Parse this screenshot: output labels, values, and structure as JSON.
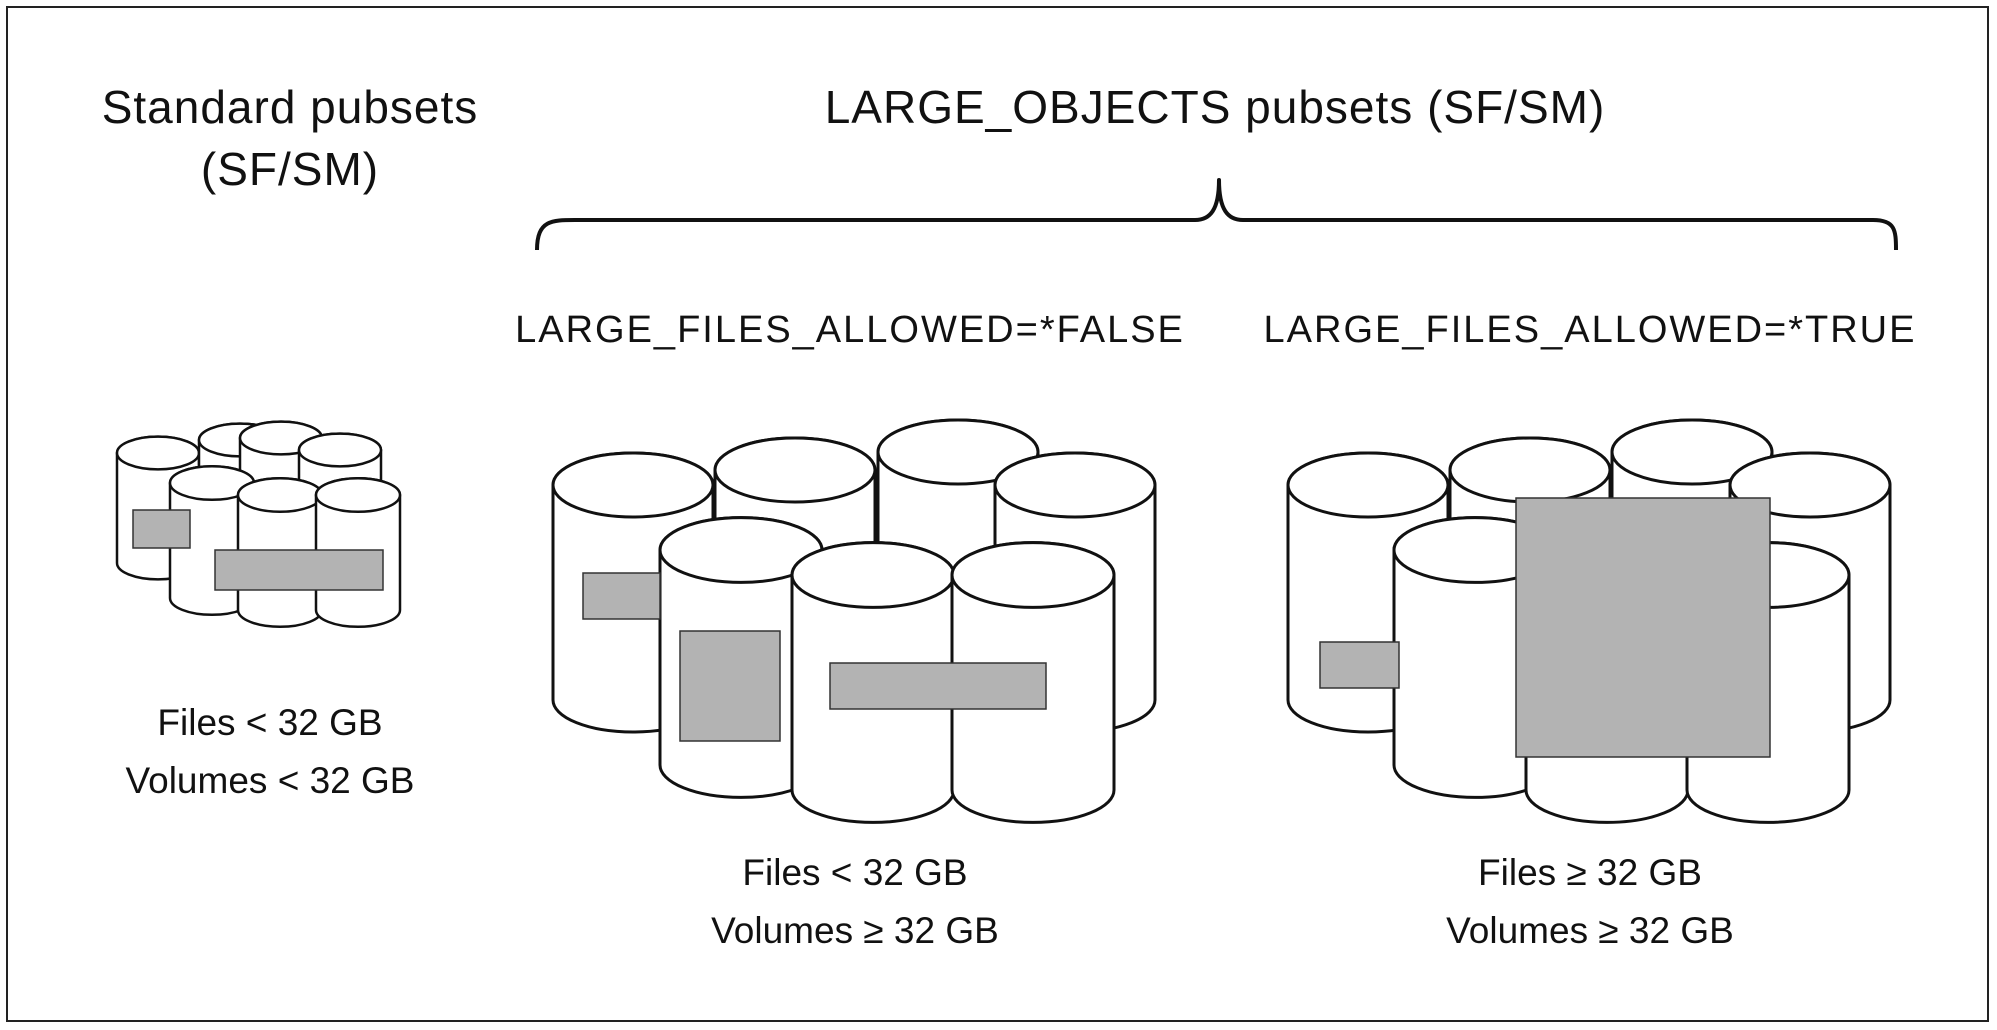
{
  "standard": {
    "title_line1": "Standard pubsets",
    "title_line2": "(SF/SM)",
    "files": "Files < 32 GB",
    "volumes": "Volumes < 32 GB"
  },
  "large_objects": {
    "title": "LARGE_OBJECTS pubsets (SF/SM)",
    "false_group": {
      "label": "LARGE_FILES_ALLOWED=*FALSE",
      "files": "Files < 32 GB",
      "volumes": "Volumes ≥ 32 GB"
    },
    "true_group": {
      "label": "LARGE_FILES_ALLOWED=*TRUE",
      "files": "Files ≥ 32 GB",
      "volumes": "Volumes ≥ 32 GB"
    }
  },
  "colors": {
    "file_block": "#b3b3b3",
    "outline": "#111111",
    "cylinder_fill": "#ffffff"
  }
}
